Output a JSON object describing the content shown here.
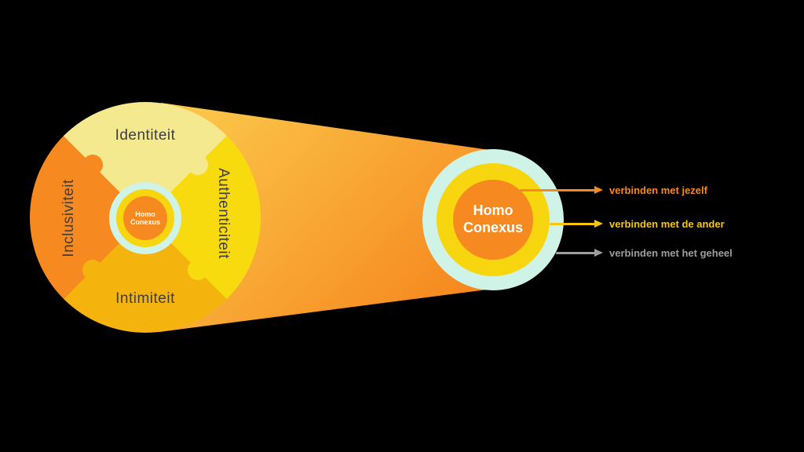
{
  "canvas": {
    "background": "#000000"
  },
  "left_wheel": {
    "label_color": "#3E3E3E",
    "segments": [
      {
        "label": "Identiteit",
        "color": "#F5E98F",
        "position": "top"
      },
      {
        "label": "Authenticiteit",
        "color": "#F8DB0F",
        "position": "right"
      },
      {
        "label": "Intimiteit",
        "color": "#F5B30E",
        "position": "bottom"
      },
      {
        "label": "Inclusiviteit",
        "color": "#F6891F",
        "position": "left"
      }
    ],
    "center": {
      "label": "Homo Conexus",
      "ring_outer": "#CFF3E6",
      "ring_middle": "#F7D50F",
      "core": "#F6891F",
      "text_color": "#FFFFFF"
    }
  },
  "beam": {
    "from": "#FBC64A",
    "to": "#F6891F"
  },
  "zoom_circle": {
    "rings": [
      {
        "name": "outer",
        "color": "#CFF3E6"
      },
      {
        "name": "middle",
        "color": "#F7D50F"
      },
      {
        "name": "core",
        "color": "#F6891F"
      }
    ],
    "label": "Homo Conexus",
    "label_color": "#FFFFFF"
  },
  "annotations": [
    {
      "label": "verbinden met jezelf",
      "color": "#F6891F"
    },
    {
      "label": "verbinden met de ander",
      "color": "#F7C50B"
    },
    {
      "label": "verbinden met het geheel",
      "color": "#9E9E9E"
    }
  ]
}
